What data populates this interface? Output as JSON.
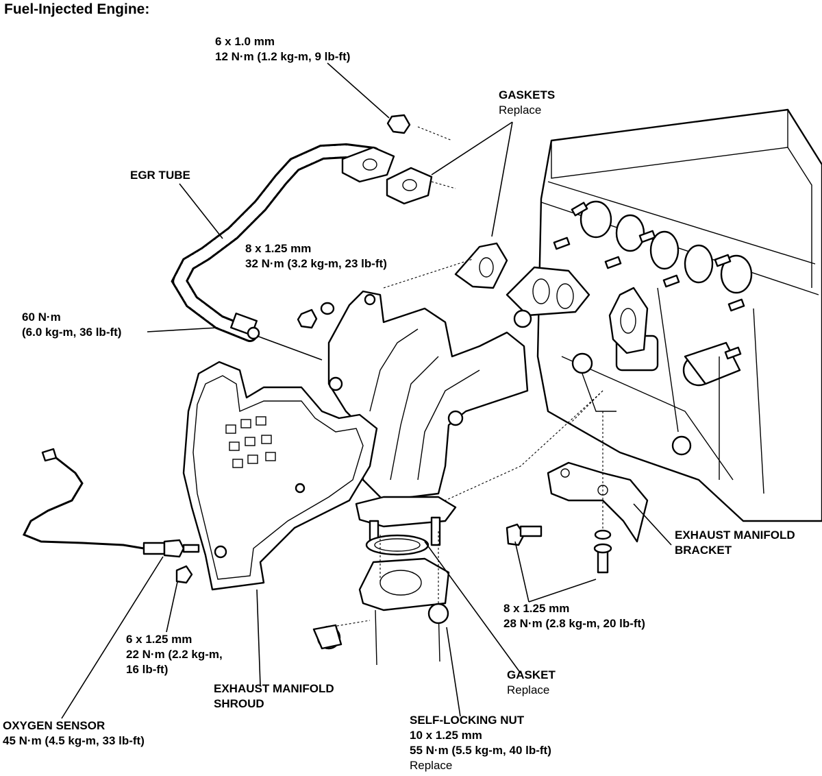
{
  "title": "Fuel-Injected Engine:",
  "callouts": {
    "egr_bolt": {
      "line1": "6 x 1.0 mm",
      "line2": "12 N·m (1.2 kg-m, 9 lb-ft)"
    },
    "gaskets": {
      "line1": "GASKETS",
      "line2": "Replace"
    },
    "egr_tube": {
      "line1": "EGR TUBE"
    },
    "manifold_nut": {
      "line1": "8 x 1.25 mm",
      "line2": "32 N·m (3.2 kg-m, 23 lb-ft)"
    },
    "egr_fitting": {
      "line1": "60 N·m",
      "line2": "(6.0 kg-m, 36 lb-ft)"
    },
    "bracket": {
      "line1": "EXHAUST MANIFOLD",
      "line2": "BRACKET"
    },
    "bracket_bolts": {
      "line1": "8 x 1.25 mm",
      "line2": "28 N·m (2.8 kg-m, 20 lb-ft)"
    },
    "shroud_bolt": {
      "line1": "6 x 1.25 mm",
      "line2": "22 N·m (2.2 kg-m,",
      "line3": "16 lb-ft)"
    },
    "shroud": {
      "line1": "EXHAUST MANIFOLD",
      "line2": "SHROUD"
    },
    "gasket": {
      "line1": "GASKET",
      "line2": "Replace"
    },
    "oxygen_sensor": {
      "line1": "OXYGEN SENSOR",
      "line2": "45 N·m (4.5 kg-m, 33 lb-ft)"
    },
    "self_locking_nut": {
      "line1": "SELF-LOCKING NUT",
      "line2": "10 x 1.25 mm",
      "line3": "55 N·m (5.5 kg-m, 40 lb-ft)",
      "line4": "Replace"
    }
  }
}
